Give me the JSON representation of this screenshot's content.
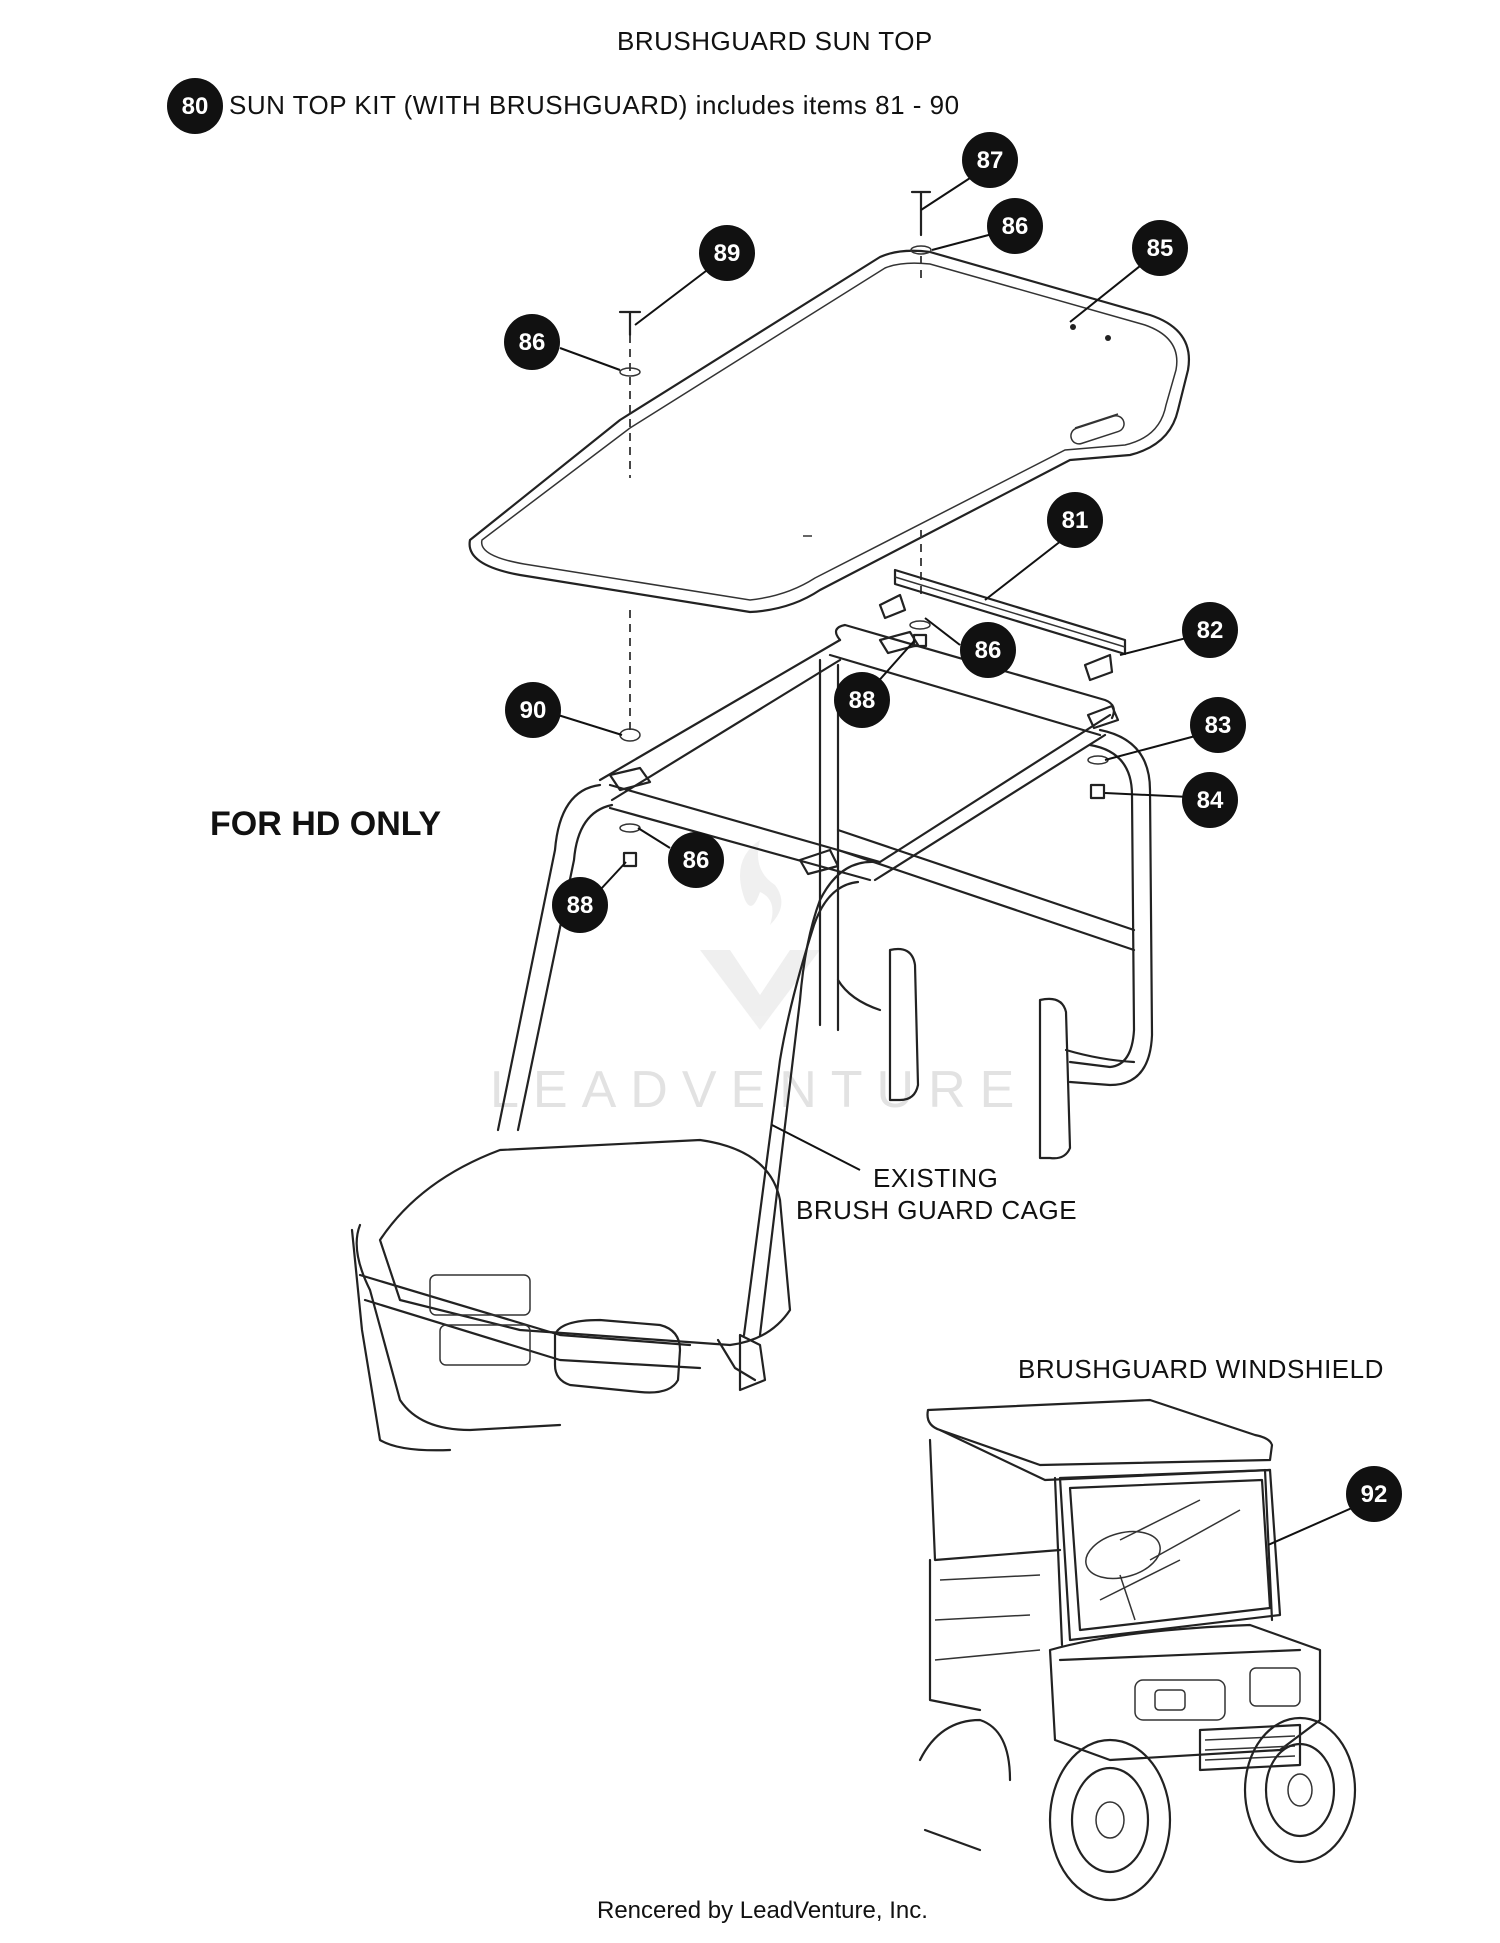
{
  "title": "BRUSHGUARD SUN TOP",
  "kit": {
    "number": "80",
    "description": "SUN TOP KIT (WITH BRUSHGUARD) includes items 81 - 90"
  },
  "note_hd": "FOR HD ONLY",
  "cage_label_line1": "EXISTING",
  "cage_label_line2": "BRUSH GUARD CAGE",
  "windshield_title": "BRUSHGUARD WINDSHIELD",
  "watermark": "LEADVENTURE",
  "footer": "Rencered by LeadVenture, Inc.",
  "callouts": {
    "c81": "81",
    "c82": "82",
    "c83": "83",
    "c84": "84",
    "c85": "85",
    "c86a": "86",
    "c86b": "86",
    "c86c": "86",
    "c86d": "86",
    "c87": "87",
    "c88a": "88",
    "c88b": "88",
    "c89": "89",
    "c90": "90",
    "c92": "92"
  }
}
